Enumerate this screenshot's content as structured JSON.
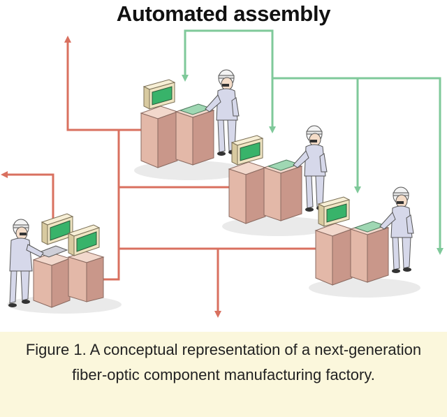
{
  "title": "Automated assembly",
  "caption": "Figure 1. A conceptual representation of a next-generation fiber-optic component manufacturing factory.",
  "colors": {
    "red_flow": "#d9705f",
    "green_flow": "#7fc99a",
    "cabinet": "#e3b8a8",
    "cabinet_dark": "#c9978a",
    "monitor_shell": "#efe4c2",
    "screen": "#38b36a",
    "worker": "#d6d8ea",
    "caption_background": "#fbf7dc"
  },
  "stations": [
    {
      "id": "station-1"
    },
    {
      "id": "station-2"
    },
    {
      "id": "station-3"
    },
    {
      "id": "station-4"
    }
  ]
}
